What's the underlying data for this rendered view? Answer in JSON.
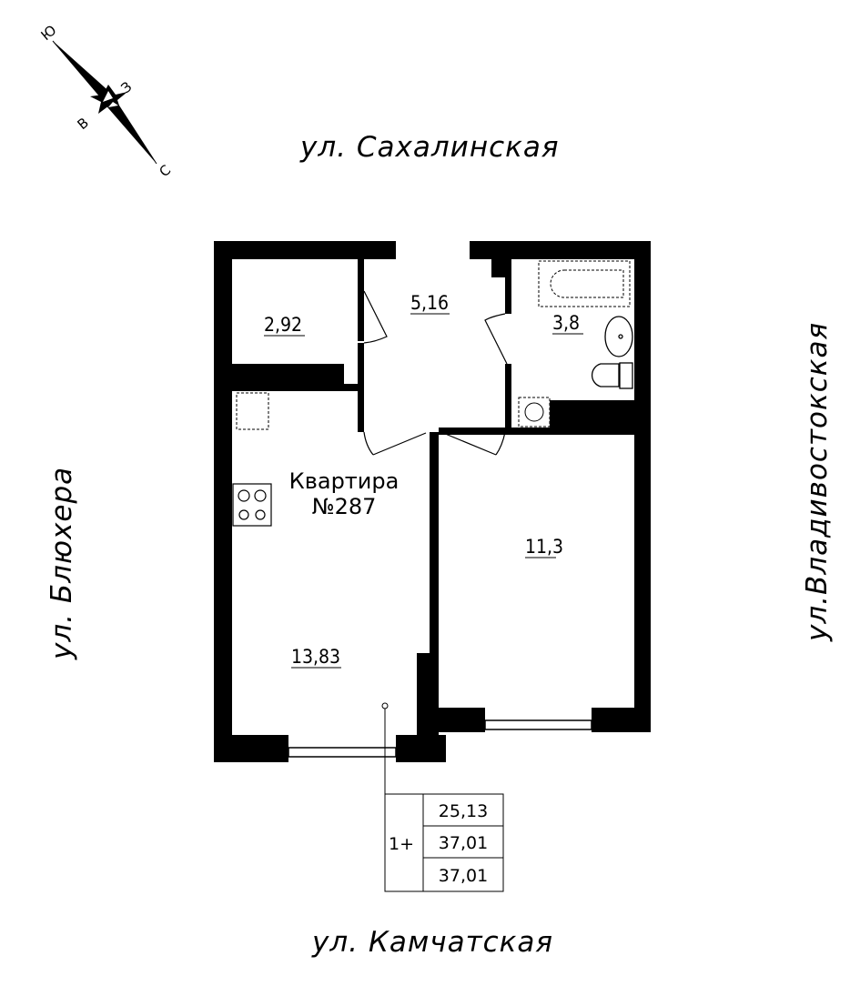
{
  "compass": {
    "south": "Ю",
    "west": "З",
    "east": "В",
    "north": "С"
  },
  "streets": {
    "top": "ул. Сахалинская",
    "bottom": "ул. Камчатская",
    "left": "ул. Блюхера",
    "right": "ул.Владивостокская"
  },
  "apartment": {
    "title": "Квартира",
    "number": "№287"
  },
  "rooms": {
    "storage": "2,92",
    "hall": "5,16",
    "bathroom": "3,8",
    "bedroom": "11,3",
    "kitchen_living": "13,83"
  },
  "summary_table": {
    "rooms_count": "1+",
    "living_area": "25,13",
    "total_area": "37,01",
    "total_area_with_balcony": "37,01"
  }
}
